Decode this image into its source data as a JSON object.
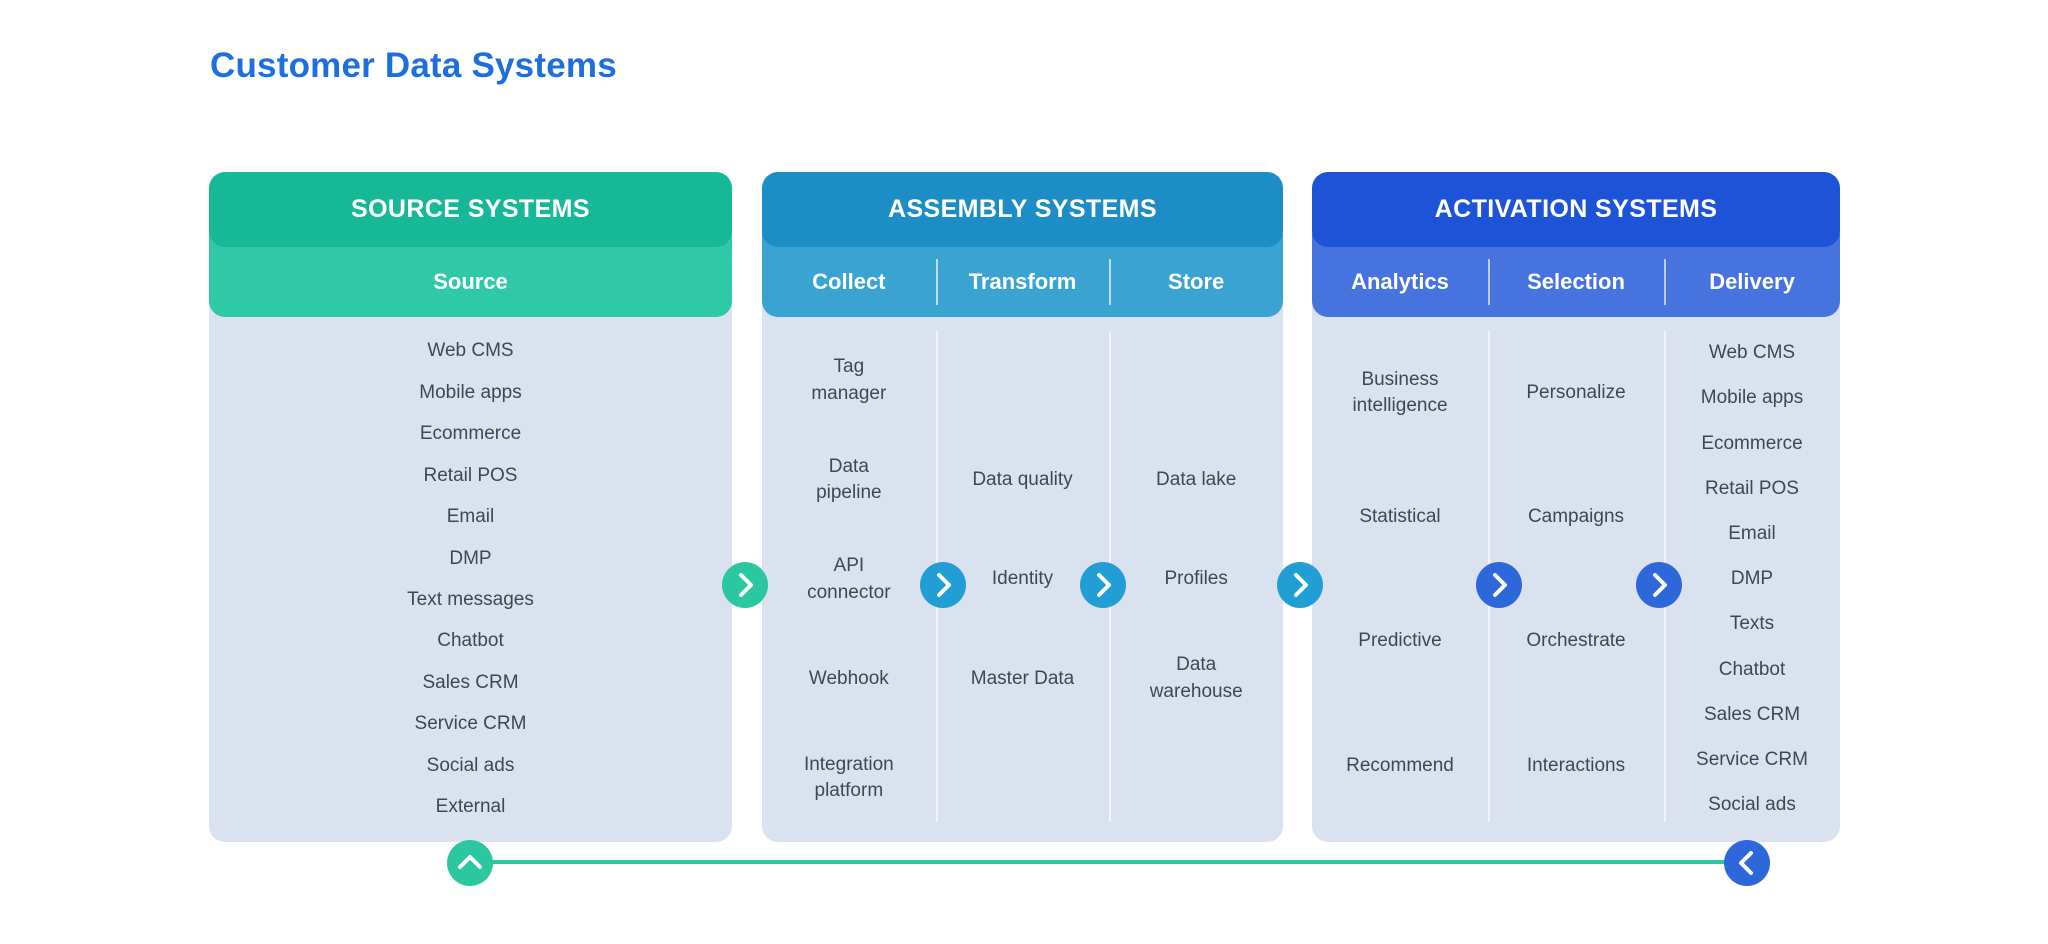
{
  "title": "Customer Data Systems",
  "panels": [
    {
      "title": "SOURCE SYSTEMS",
      "columns": [
        {
          "label": "Source",
          "items": [
            "Web CMS",
            "Mobile apps",
            "Ecommerce",
            "Retail POS",
            "Email",
            "DMP",
            "Text messages",
            "Chatbot",
            "Sales CRM",
            "Service CRM",
            "Social ads",
            "External"
          ]
        }
      ]
    },
    {
      "title": "ASSEMBLY SYSTEMS",
      "columns": [
        {
          "label": "Collect",
          "items": [
            "Tag\nmanager",
            "Data\npipeline",
            "API\nconnector",
            "Webhook",
            "Integration\nplatform"
          ]
        },
        {
          "label": "Transform",
          "items": [
            "",
            "Data quality",
            "Identity",
            "Master Data",
            ""
          ]
        },
        {
          "label": "Store",
          "items": [
            "",
            "Data lake",
            "Profiles",
            "Data\nwarehouse",
            ""
          ]
        }
      ]
    },
    {
      "title": "ACTIVATION SYSTEMS",
      "columns": [
        {
          "label": "Analytics",
          "items": [
            "Business\nintelligence",
            "Statistical",
            "Predictive",
            "Recommend"
          ]
        },
        {
          "label": "Selection",
          "items": [
            "Personalize",
            "Campaigns",
            "Orchestrate",
            "Interactions"
          ]
        },
        {
          "label": "Delivery",
          "items": [
            "Web CMS",
            "Mobile apps",
            "Ecommerce",
            "Retail POS",
            "Email",
            "DMP",
            "Texts",
            "Chatbot",
            "Sales CRM",
            "Service CRM",
            "Social ads"
          ]
        }
      ]
    }
  ],
  "flow": {
    "arrows": [
      {
        "id": "source-to-assembly",
        "icon": "chevron-right-icon",
        "color": "#2ac7a0"
      },
      {
        "id": "collect-to-transform",
        "icon": "chevron-right-icon",
        "color": "#219ed3"
      },
      {
        "id": "transform-to-store",
        "icon": "chevron-right-icon",
        "color": "#219ed3"
      },
      {
        "id": "store-to-activation",
        "icon": "chevron-right-icon",
        "color": "#219ed3"
      },
      {
        "id": "analytics-to-selection",
        "icon": "chevron-right-icon",
        "color": "#2e67da"
      },
      {
        "id": "selection-to-delivery",
        "icon": "chevron-right-icon",
        "color": "#2e67da"
      },
      {
        "id": "feedback-up",
        "icon": "chevron-up-icon",
        "color": "#2ac7a0"
      },
      {
        "id": "feedback-left",
        "icon": "chevron-left-icon",
        "color": "#2e67da"
      }
    ],
    "feedback_line_color": "#2ac7a0"
  },
  "colors": {
    "title": "#1d6fe0",
    "source_header": "#16b897",
    "source_subheader": "#2fc9a8",
    "assembly_header": "#1c8dc5",
    "assembly_subheader": "#3ba3d2",
    "activation_header": "#1d54d7",
    "activation_subheader": "#4673dd",
    "panel_body": "#dbe2ef",
    "body_text": "#3f4757"
  }
}
